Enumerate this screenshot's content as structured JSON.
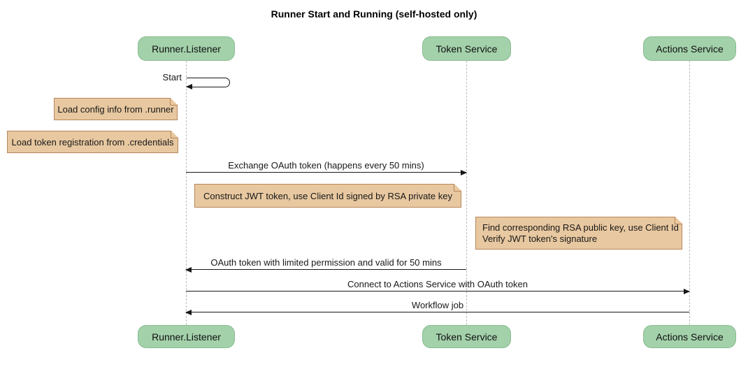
{
  "title": "Runner Start and Running (self-hosted only)",
  "participants": [
    {
      "label": "Runner.Listener"
    },
    {
      "label": "Token Service"
    },
    {
      "label": "Actions Service"
    }
  ],
  "self_message": {
    "label": "Start",
    "on": "Runner.Listener"
  },
  "notes": [
    {
      "text": "Load config info from .runner"
    },
    {
      "text": "Load token registration from .credentials"
    },
    {
      "text": "Construct JWT token, use Client Id signed by RSA private key"
    },
    {
      "lines": [
        "Find corresponding RSA public key, use Client Id",
        "Verify JWT token's signature"
      ]
    }
  ],
  "messages": [
    {
      "label": "Exchange OAuth token (happens every 50 mins)",
      "from": "Runner.Listener",
      "to": "Token Service"
    },
    {
      "label": "OAuth token with limited permission and valid for 50 mins",
      "from": "Token Service",
      "to": "Runner.Listener"
    },
    {
      "label": "Connect to Actions Service with OAuth token",
      "from": "Runner.Listener",
      "to": "Actions Service"
    },
    {
      "label": "Workflow job",
      "from": "Actions Service",
      "to": "Runner.Listener"
    }
  ],
  "colors": {
    "participant_fill": "#A3D1AA",
    "participant_border": "#88BD92",
    "note_fill": "#E8C8A0",
    "note_border": "#B8865B",
    "lifeline": "#BDBDBD",
    "arrow": "#181818"
  }
}
